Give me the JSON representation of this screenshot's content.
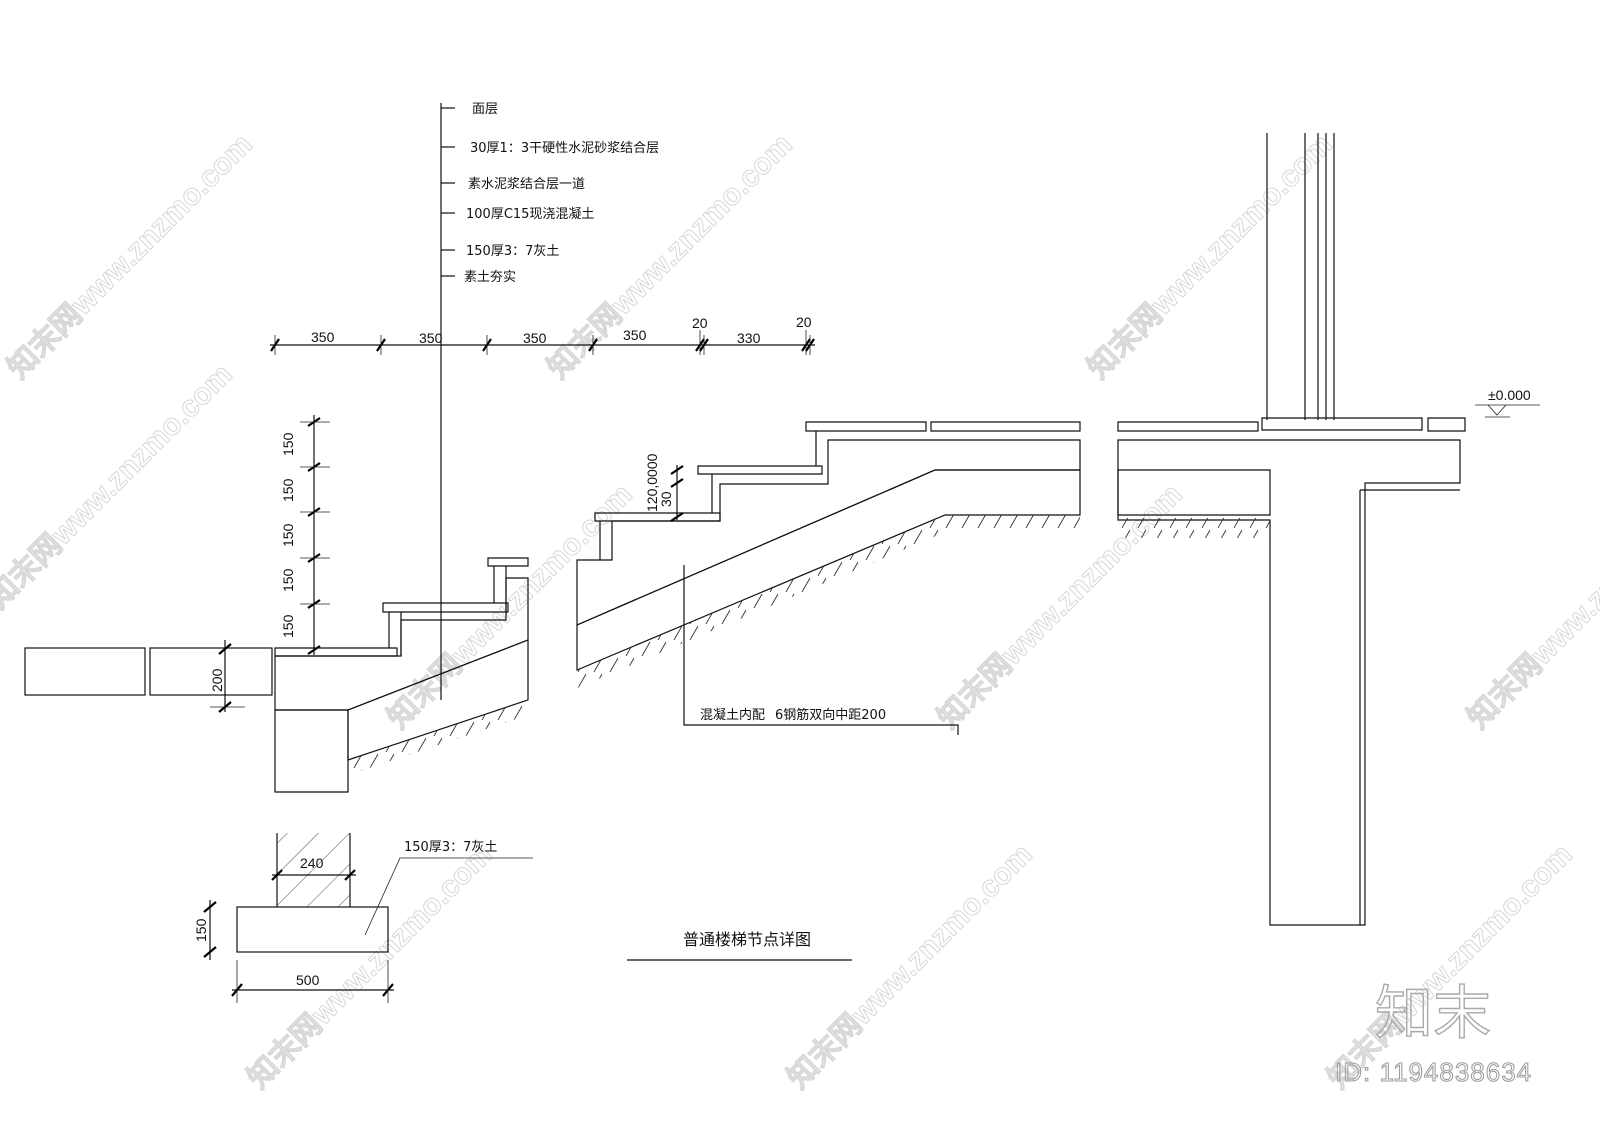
{
  "layer_labels": [
    "面层",
    "30厚1：3干硬性水泥砂浆结合层",
    "素水泥浆结合层一道",
    "100厚C15现浇混凝土",
    "150厚3：7灰土",
    "素土夯实"
  ],
  "top_dims": [
    "350",
    "350",
    "350",
    "350",
    "20",
    "330",
    "20"
  ],
  "riser_dims": [
    "150",
    "150",
    "150",
    "150",
    "150"
  ],
  "ground_dim": "200",
  "mid_dims": {
    "a": "120,0000",
    "b": "30"
  },
  "rebar_note": {
    "a": "混凝土内配",
    "b": "6钢筋双向中距200"
  },
  "elevation": "±0.000",
  "footing": {
    "label": "150厚3：7灰土",
    "width_top": "240",
    "height": "150",
    "width": "500"
  },
  "title": "普通楼梯节点详图",
  "watermark": "知末网www.znzmo.com",
  "logo": "知末",
  "id_text": "ID: 1194838634"
}
